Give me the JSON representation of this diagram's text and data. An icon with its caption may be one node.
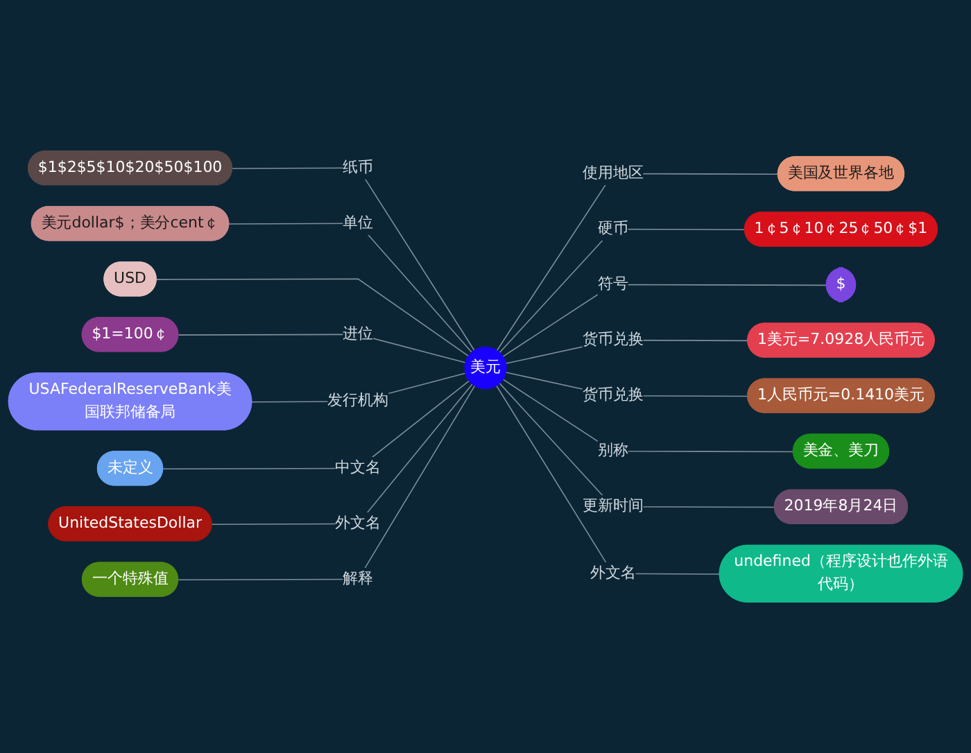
{
  "diagram": {
    "nodes": [
      {
        "text": [
          "美元"
        ]
      },
      {
        "text": [
          "美国及世界各地"
        ]
      },
      {
        "text": [
          "$1$2$5$10$20$50$100"
        ]
      },
      {
        "text": [
          "美元dollar$；美分cent￠"
        ]
      },
      {
        "text": [
          "1￠5￠10￠25￠50￠$1"
        ]
      },
      {
        "text": [
          "USD"
        ]
      },
      {
        "text": [
          "$1=100￠"
        ]
      },
      {
        "text": [
          "$"
        ]
      },
      {
        "text": [
          "1美元=7.0928人民币元"
        ]
      },
      {
        "text": [
          "USAFederalReserveBank美国联邦储备局"
        ]
      },
      {
        "text": [
          "未定义"
        ]
      },
      {
        "text": [
          "1人民币元=0.1410美元"
        ]
      },
      {
        "text": [
          "美金、美刀"
        ]
      },
      {
        "text": [
          "UnitedStatesDollar"
        ]
      },
      {
        "text": [
          "2019年8月24日"
        ]
      },
      {
        "text": [
          "一个特殊值"
        ]
      },
      {
        "text": [
          "undefined（程序设计也作外语代码）"
        ]
      }
    ],
    "edges": [
      {
        "from": 0,
        "to": 1,
        "arrow": "none",
        "label": "使用地区"
      },
      {
        "from": 2,
        "to": 0,
        "arrow": "none",
        "label": "纸币"
      },
      {
        "from": 3,
        "to": 0,
        "arrow": "none",
        "label": "单位"
      },
      {
        "from": 0,
        "to": 4,
        "arrow": "none",
        "label": "硬币"
      },
      {
        "from": 5,
        "to": 0,
        "arrow": "none"
      },
      {
        "from": 6,
        "to": 0,
        "arrow": "none",
        "label": "进位"
      },
      {
        "from": 0,
        "to": 7,
        "arrow": "none",
        "label": "符号"
      },
      {
        "from": 0,
        "to": 8,
        "arrow": "none",
        "label": "货币兑换"
      },
      {
        "from": 9,
        "to": 0,
        "arrow": "none",
        "label": "发行机构"
      },
      {
        "from": 10,
        "to": 0,
        "arrow": "none",
        "label": "中文名"
      },
      {
        "from": 0,
        "to": 11,
        "arrow": "none",
        "label": "货币兑换"
      },
      {
        "from": 0,
        "to": 12,
        "arrow": "none",
        "label": "别称"
      },
      {
        "from": 13,
        "to": 0,
        "arrow": "none",
        "label": "外文名"
      },
      {
        "from": 0,
        "to": 14,
        "arrow": "none",
        "label": "更新时间"
      },
      {
        "from": 15,
        "to": 0,
        "arrow": "none",
        "label": "解释"
      },
      {
        "from": 0,
        "to": 16,
        "arrow": "none",
        "label": "外文名"
      }
    ]
  }
}
